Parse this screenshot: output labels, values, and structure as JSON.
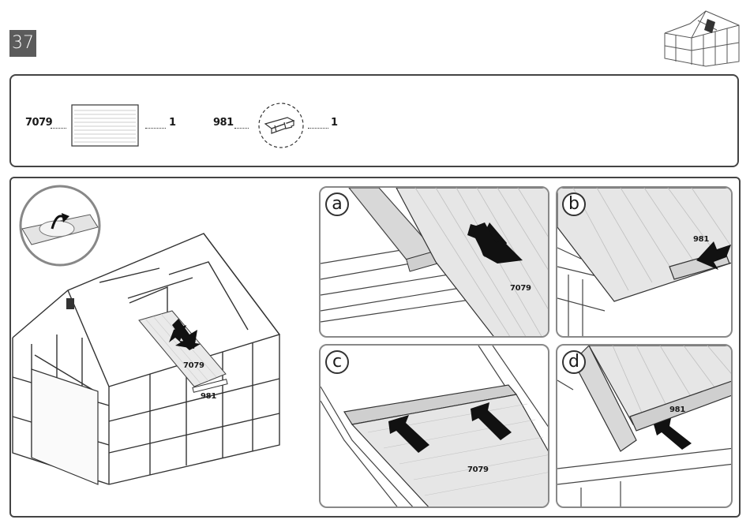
{
  "page": {
    "step_number": "37"
  },
  "parts": [
    {
      "code": "7079",
      "qty": "1",
      "icon": "roof-panel-icon"
    },
    {
      "code": "981",
      "qty": "1",
      "icon": "panel-clip-icon"
    }
  ],
  "overview": {
    "panel_label": "7079",
    "clip_label": "981"
  },
  "steps": [
    {
      "letter": "a",
      "callout": "7079"
    },
    {
      "letter": "b",
      "callout": "981"
    },
    {
      "letter": "c",
      "callout": "7079"
    },
    {
      "letter": "d",
      "callout": "981"
    }
  ]
}
